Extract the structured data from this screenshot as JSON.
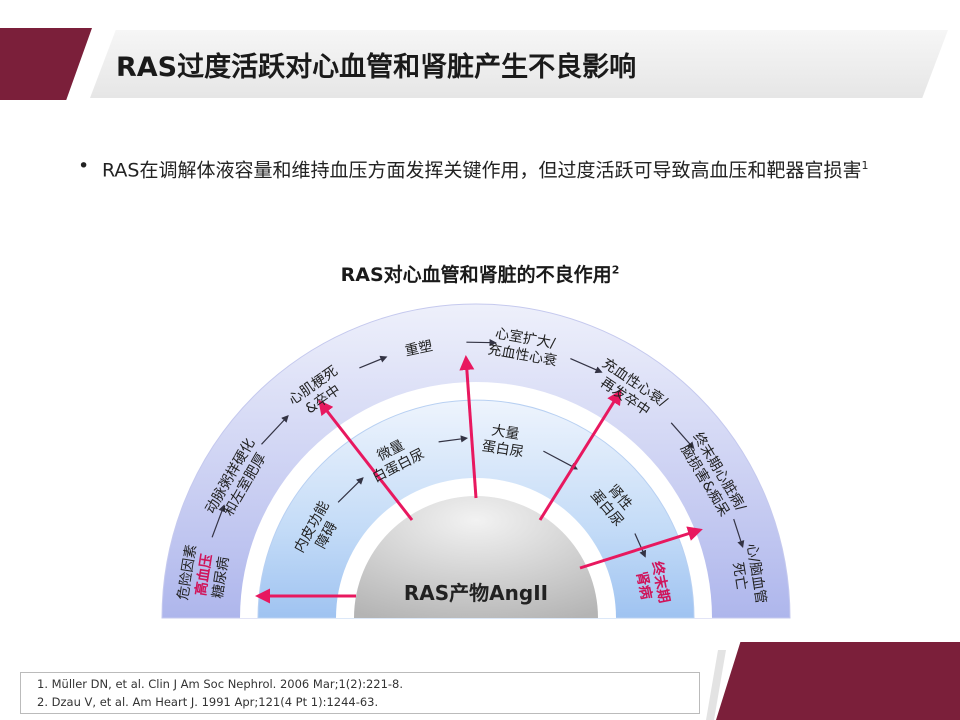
{
  "title": "RAS过度活跃对心血管和肾脏产生不良影响",
  "bullet": {
    "symbol": "•",
    "text": "RAS在调解体液容量和维持血压方面发挥关键作用，但过度活跃可导致高血压和靶器官损害",
    "sup": "1"
  },
  "diagram": {
    "title": "RAS对心血管和肾脏的不良作用",
    "title_sup": "2",
    "center_label": "RAS产物AngII",
    "outer_nodes": [
      {
        "lines": [
          "危险因素",
          "高血压",
          "糖尿病"
        ],
        "highlight_line": 1
      },
      {
        "lines": [
          "动脉粥样硬化",
          "和左室肥厚"
        ]
      },
      {
        "lines": [
          "心肌梗死",
          "&卒中"
        ]
      },
      {
        "lines": [
          "重塑"
        ]
      },
      {
        "lines": [
          "心室扩大/",
          "充血性心衰"
        ]
      },
      {
        "lines": [
          "充血性心衰/",
          "再发卒中"
        ]
      },
      {
        "lines": [
          "终末期心脏病/",
          "脑损害&痴呆"
        ]
      },
      {
        "lines": [
          "心/脑血管",
          "死亡"
        ]
      }
    ],
    "inner_nodes": [
      {
        "lines": [
          "内皮功能",
          "障碍"
        ]
      },
      {
        "lines": [
          "微量",
          "白蛋白尿"
        ]
      },
      {
        "lines": [
          "大量",
          "蛋白尿"
        ]
      },
      {
        "lines": [
          "肾性",
          "蛋白尿"
        ]
      },
      {
        "lines": [
          "终末期",
          "肾病"
        ],
        "highlight": true
      }
    ],
    "colors": {
      "arrow": "#e8185f",
      "highlight_text": "#d0145a",
      "outer_band": "#b8bff0",
      "inner_band": "#a8c8f4",
      "center": "#bdbdbd"
    }
  },
  "references": [
    "1.   Müller DN, et al. Clin J Am Soc Nephrol. 2006 Mar;1(2):221-8.",
    "2.   Dzau V, et al. Am Heart J. 1991 Apr;121(4 Pt 1):1244-63."
  ],
  "theme": {
    "brand": "#7b1f3a"
  }
}
